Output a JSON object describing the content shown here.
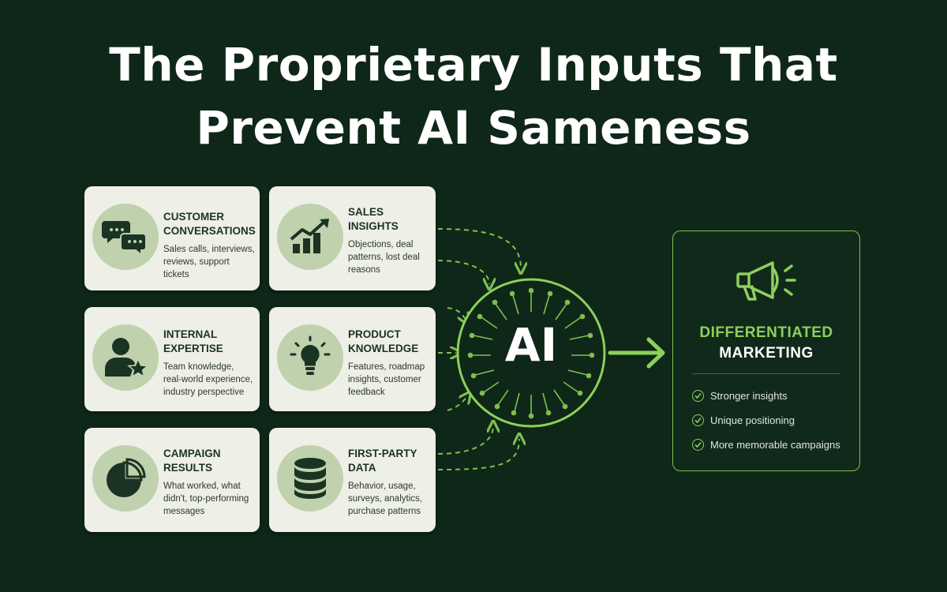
{
  "title": {
    "line1": "The Proprietary Inputs That",
    "line2": "Prevent AI Sameness"
  },
  "inputs": [
    {
      "title_line1": "CUSTOMER",
      "title_line2": "CONVERSATIONS",
      "desc_line1": "Sales calls, interviews,",
      "desc_line2": "reviews, support tickets",
      "desc_line3": "",
      "icon": "chat-bubbles-icon"
    },
    {
      "title_line1": "SALES",
      "title_line2": "INSIGHTS",
      "desc_line1": "Objections, deal",
      "desc_line2": "patterns, lost deal",
      "desc_line3": "reasons",
      "icon": "growth-chart-icon"
    },
    {
      "title_line1": "INTERNAL",
      "title_line2": "EXPERTISE",
      "desc_line1": "Team knowledge,",
      "desc_line2": "real-world experience,",
      "desc_line3": "industry perspective",
      "icon": "person-star-icon"
    },
    {
      "title_line1": "PRODUCT",
      "title_line2": "KNOWLEDGE",
      "desc_line1": "Features, roadmap",
      "desc_line2": "insights, customer",
      "desc_line3": "feedback",
      "icon": "lightbulb-icon"
    },
    {
      "title_line1": "CAMPAIGN",
      "title_line2": "RESULTS",
      "desc_line1": "What worked, what",
      "desc_line2": "didn't, top-performing",
      "desc_line3": "messages",
      "icon": "pie-chart-icon"
    },
    {
      "title_line1": "FIRST-PARTY",
      "title_line2": "DATA",
      "desc_line1": "Behavior, usage,",
      "desc_line2": "surveys, analytics,",
      "desc_line3": "purchase patterns",
      "icon": "database-icon"
    }
  ],
  "hub": {
    "label": "AI",
    "icon": "circuit-brain-icon"
  },
  "output": {
    "icon": "megaphone-icon",
    "title_line1": "DIFFERENTIATED",
    "title_line2": "MARKETING",
    "benefits": [
      "Stronger insights",
      "Unique positioning",
      "More memorable campaigns"
    ]
  },
  "colors": {
    "background": "#0f2719",
    "card": "#eeefe6",
    "icon_circle": "#bfd1ad",
    "accent": "#8dd05a",
    "text_dark": "#1b3322"
  }
}
